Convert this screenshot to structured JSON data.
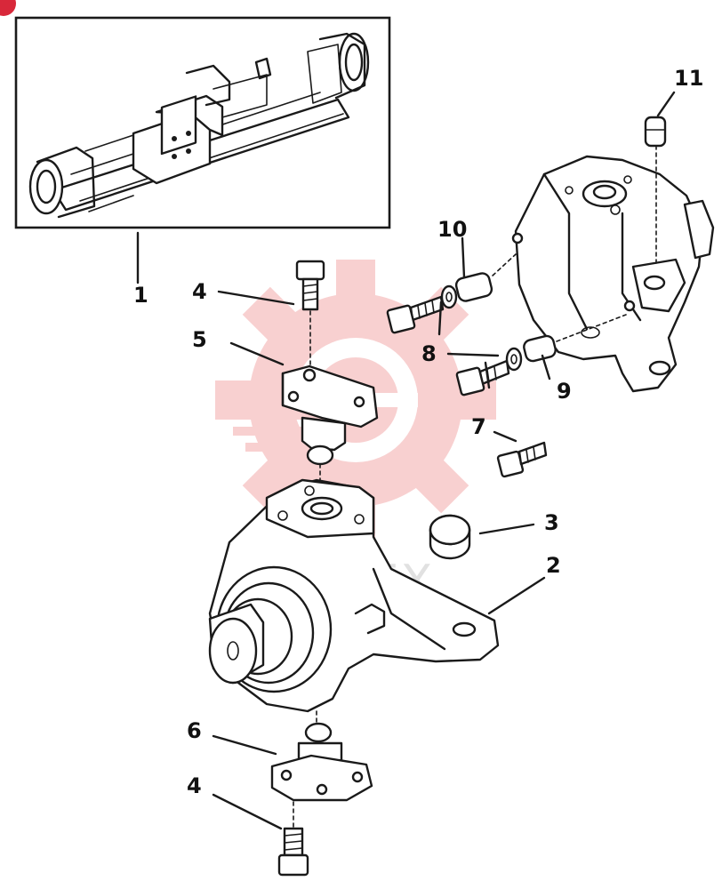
{
  "diagram": {
    "type": "exploded parts diagram",
    "callouts": [
      {
        "id": "callout-1",
        "label": "1"
      },
      {
        "id": "callout-2",
        "label": "2"
      },
      {
        "id": "callout-3",
        "label": "3"
      },
      {
        "id": "callout-4-top",
        "label": "4"
      },
      {
        "id": "callout-4-bottom",
        "label": "4"
      },
      {
        "id": "callout-5",
        "label": "5"
      },
      {
        "id": "callout-6",
        "label": "6"
      },
      {
        "id": "callout-7",
        "label": "7"
      },
      {
        "id": "callout-8",
        "label": "8"
      },
      {
        "id": "callout-9",
        "label": "9"
      },
      {
        "id": "callout-10",
        "label": "10"
      },
      {
        "id": "callout-11",
        "label": "11"
      }
    ],
    "watermark": "ИНТЕХ",
    "colors": {
      "line": "#1a1a1a",
      "watermark": "#e85a5a",
      "corner_badge": "#d8283a"
    }
  }
}
